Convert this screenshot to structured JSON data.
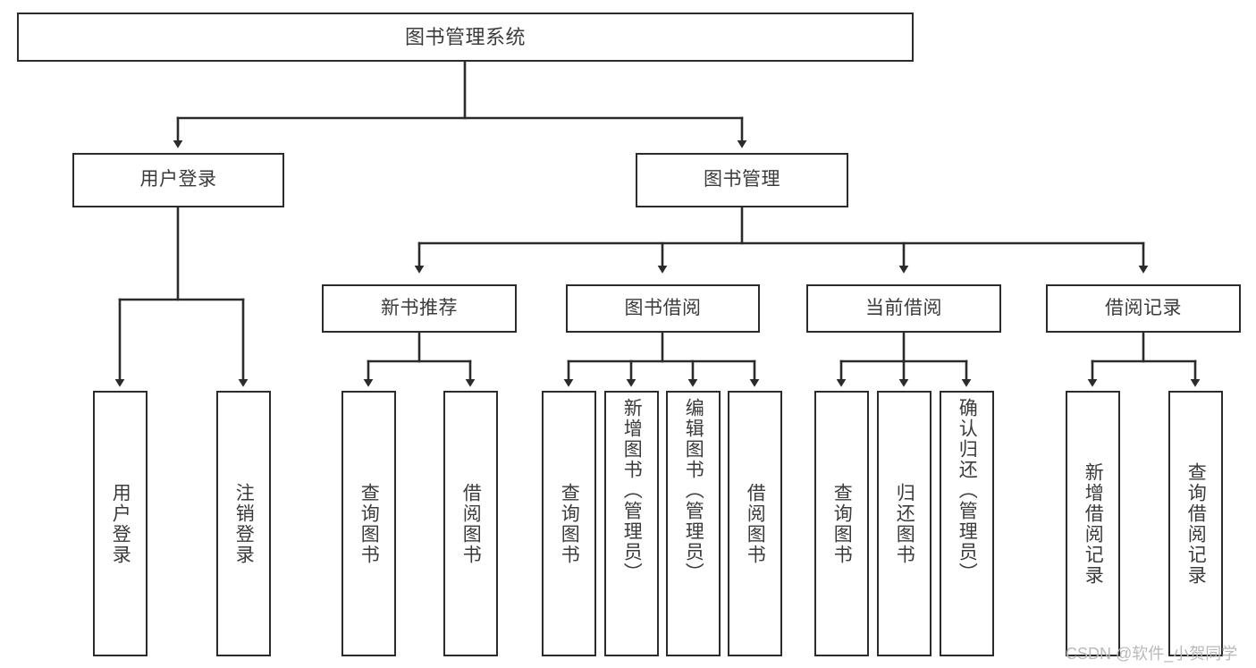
{
  "diagram": {
    "title": "图书管理系统",
    "type": "tree",
    "watermark": "CSDN @软件_小贺同学",
    "colors": {
      "border": "#2b2b2b",
      "text": "#3b3b3b",
      "edge": "#2b2b2b",
      "background": "#ffffff",
      "watermark": "#b9b9b9"
    },
    "nodes": {
      "root": {
        "label": "图书管理系统"
      },
      "level2": [
        {
          "id": "user-login",
          "label": "用户登录"
        },
        {
          "id": "book-manage",
          "label": "图书管理"
        }
      ],
      "level3": [
        {
          "id": "new-book-recommend",
          "label": "新书推荐"
        },
        {
          "id": "book-borrow",
          "label": "图书借阅"
        },
        {
          "id": "current-borrow",
          "label": "当前借阅"
        },
        {
          "id": "borrow-record",
          "label": "借阅记录"
        }
      ],
      "leaves": {
        "user-login": [
          {
            "id": "leaf-user-login",
            "label": "用户登录"
          },
          {
            "id": "leaf-user-logout",
            "label": "注销登录"
          }
        ],
        "new-book-recommend": [
          {
            "id": "leaf-query-book-1",
            "label": "查询图书"
          },
          {
            "id": "leaf-borrow-book-1",
            "label": "借阅图书"
          }
        ],
        "book-borrow": [
          {
            "id": "leaf-query-book-2",
            "label": "查询图书"
          },
          {
            "id": "leaf-add-book",
            "label": "新增图书（管理员）"
          },
          {
            "id": "leaf-edit-book",
            "label": "编辑图书（管理员）"
          },
          {
            "id": "leaf-borrow-book-2",
            "label": "借阅图书"
          }
        ],
        "current-borrow": [
          {
            "id": "leaf-query-book-3",
            "label": "查询图书"
          },
          {
            "id": "leaf-return-book",
            "label": "归还图书"
          },
          {
            "id": "leaf-confirm-return",
            "label": "确认归还（管理员）"
          }
        ],
        "borrow-record": [
          {
            "id": "leaf-add-record",
            "label": "新增借阅记录"
          },
          {
            "id": "leaf-query-record",
            "label": "查询借阅记录"
          }
        ]
      }
    },
    "edges": [
      {
        "from": "root",
        "to": "user-login"
      },
      {
        "from": "root",
        "to": "book-manage"
      },
      {
        "from": "book-manage",
        "to": "new-book-recommend"
      },
      {
        "from": "book-manage",
        "to": "book-borrow"
      },
      {
        "from": "book-manage",
        "to": "current-borrow"
      },
      {
        "from": "book-manage",
        "to": "borrow-record"
      },
      {
        "from": "user-login",
        "to": "leaf-user-login"
      },
      {
        "from": "user-login",
        "to": "leaf-user-logout"
      },
      {
        "from": "new-book-recommend",
        "to": "leaf-query-book-1"
      },
      {
        "from": "new-book-recommend",
        "to": "leaf-borrow-book-1"
      },
      {
        "from": "book-borrow",
        "to": "leaf-query-book-2"
      },
      {
        "from": "book-borrow",
        "to": "leaf-add-book"
      },
      {
        "from": "book-borrow",
        "to": "leaf-edit-book"
      },
      {
        "from": "book-borrow",
        "to": "leaf-borrow-book-2"
      },
      {
        "from": "current-borrow",
        "to": "leaf-query-book-3"
      },
      {
        "from": "current-borrow",
        "to": "leaf-return-book"
      },
      {
        "from": "current-borrow",
        "to": "leaf-confirm-return"
      },
      {
        "from": "borrow-record",
        "to": "leaf-add-record"
      },
      {
        "from": "borrow-record",
        "to": "leaf-query-record"
      }
    ]
  }
}
